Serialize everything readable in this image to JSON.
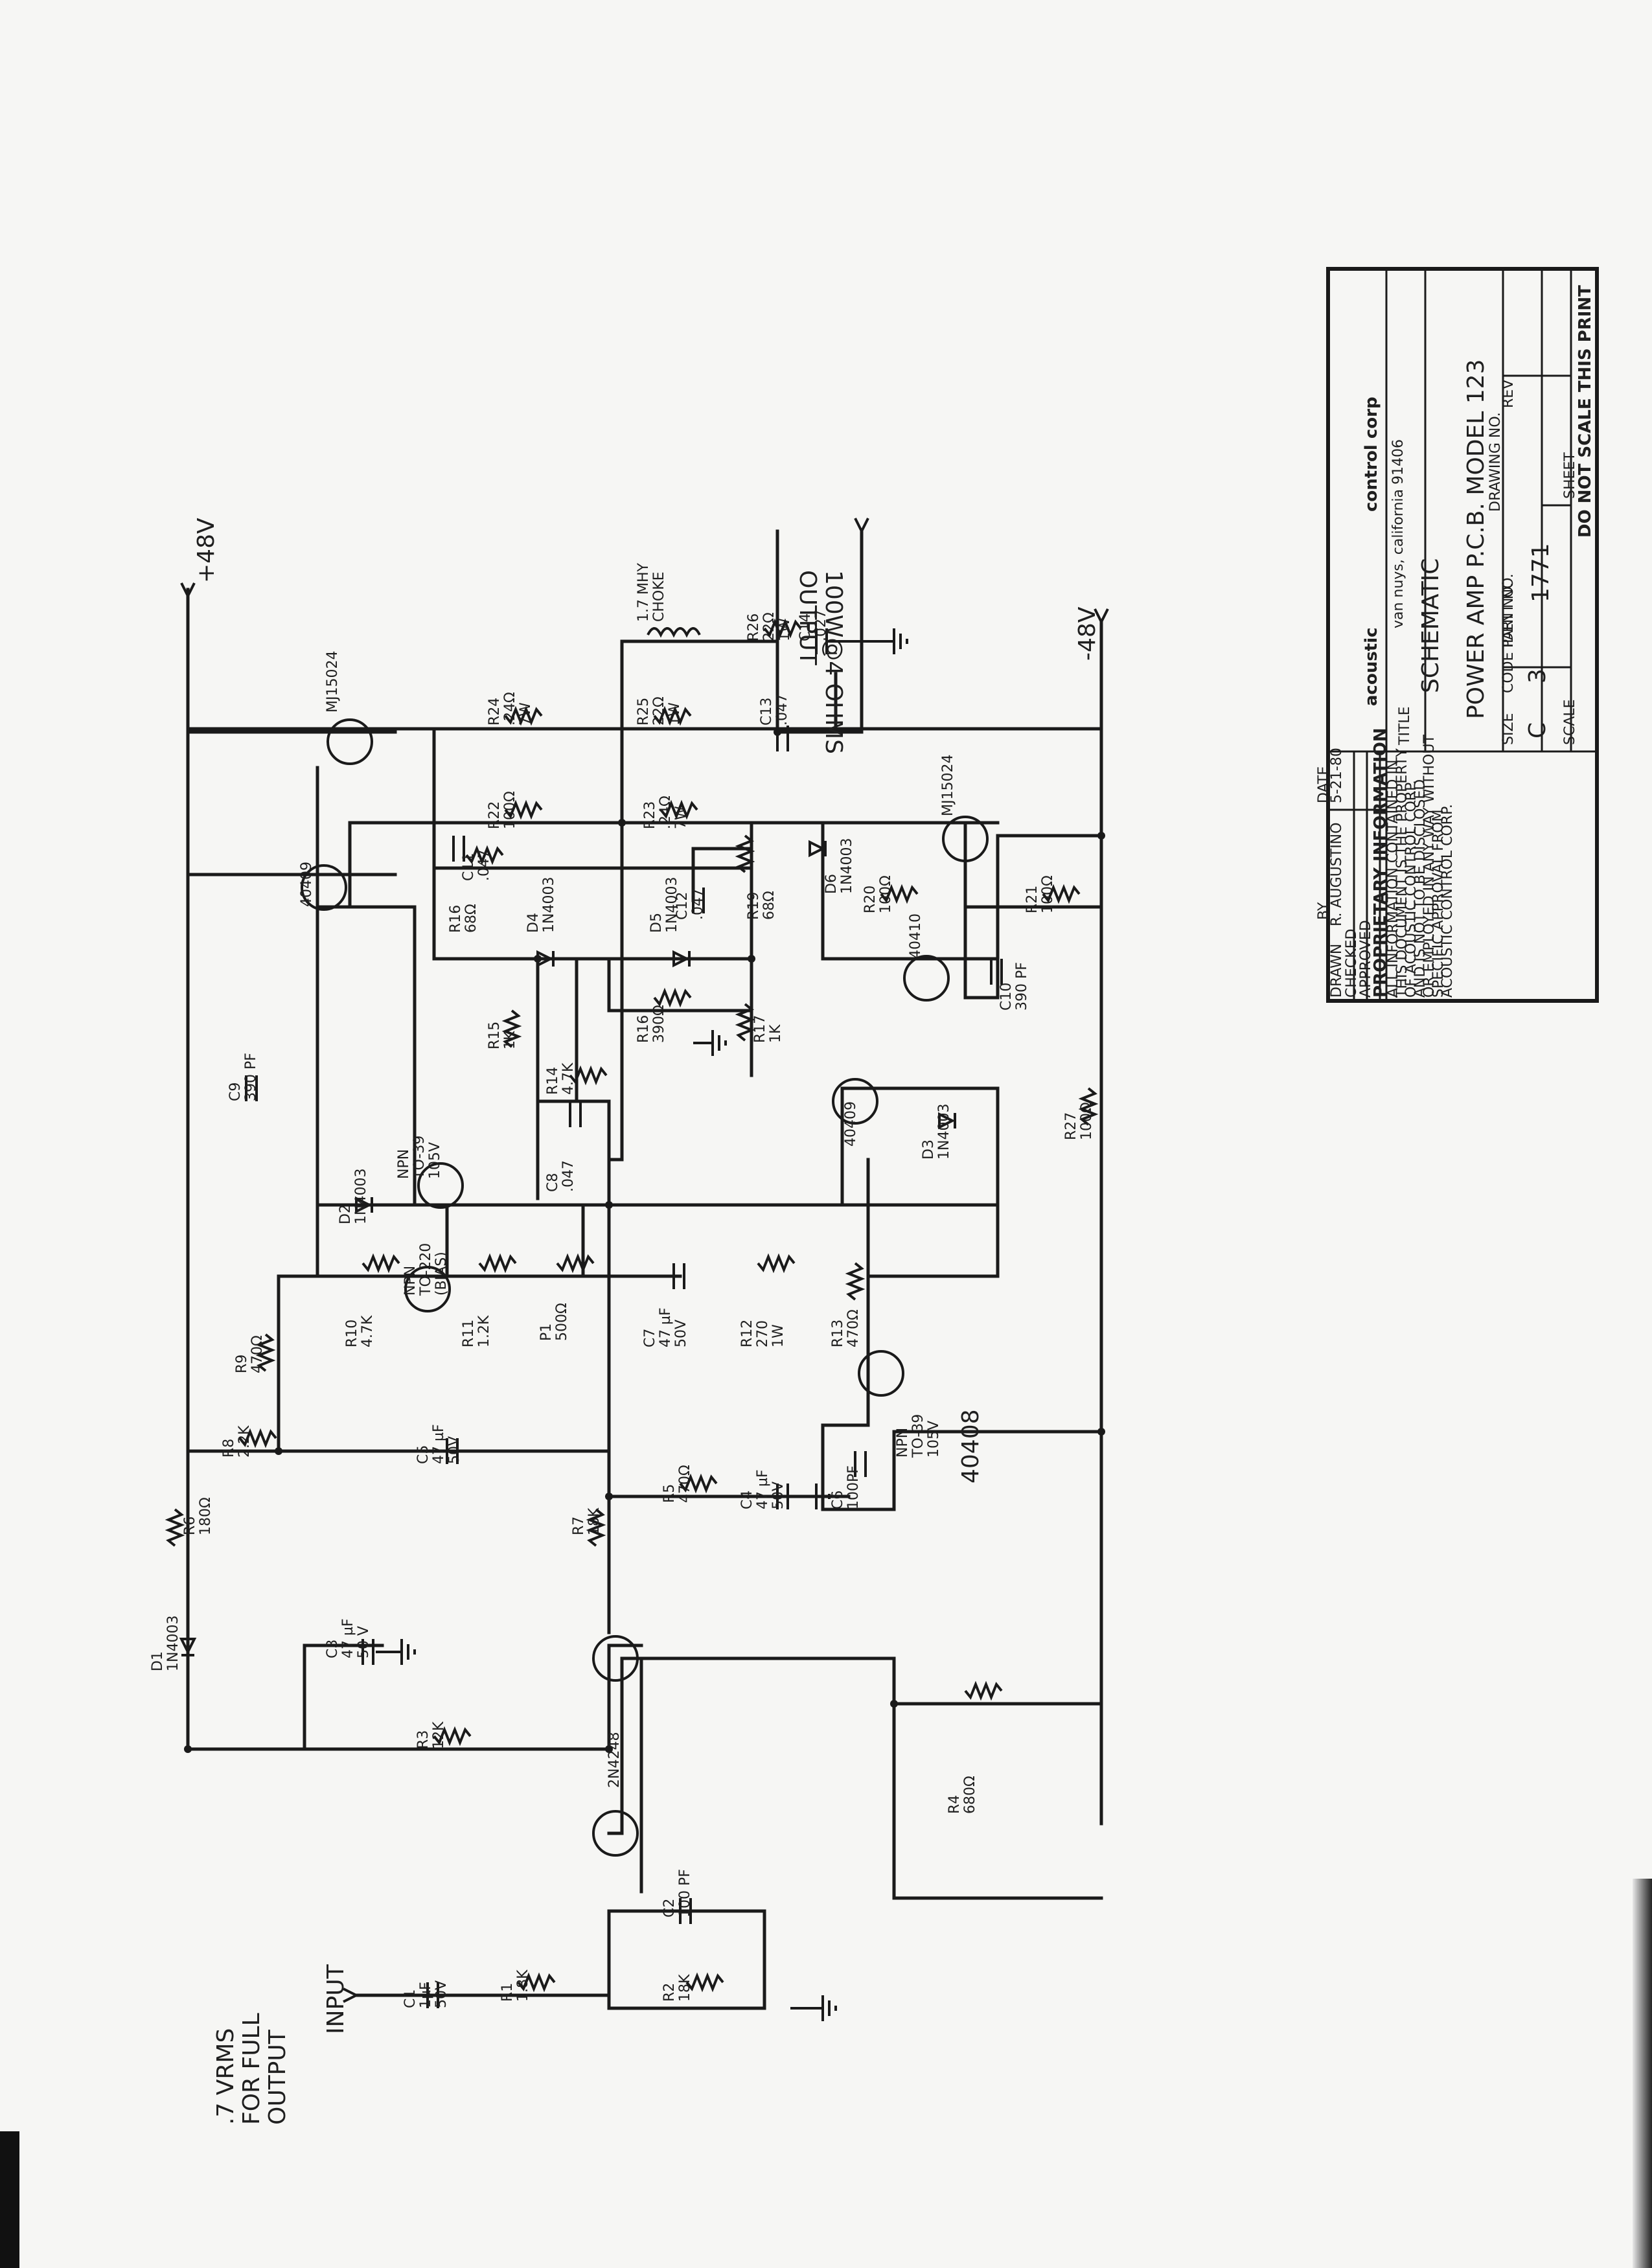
{
  "notes": {
    "input_spec_1": ".7 VRMS",
    "input_spec_2": "FOR FULL",
    "input_spec_3": "OUTPUT",
    "input": "INPUT",
    "output_1": "OUTPUT",
    "output_2": "100W@4 OHMS",
    "rail_pos": "+48V",
    "rail_neg": "-48V",
    "handwritten": "40408"
  },
  "components": {
    "C1": [
      "C1",
      "1µF",
      "50V"
    ],
    "R1": [
      "R1",
      "1.8K"
    ],
    "R2": [
      "R2",
      "18K"
    ],
    "C2": [
      "C2",
      "100 PF"
    ],
    "Q1": [
      "2N4248"
    ],
    "R3": [
      "R3",
      "12K"
    ],
    "C3": [
      "C3",
      "47 µF",
      "50 V"
    ],
    "D1": [
      "D1",
      "1N4003"
    ],
    "R6": [
      "R6",
      "180Ω"
    ],
    "R7": [
      "R7",
      "18K"
    ],
    "R5": [
      "R5",
      "470Ω"
    ],
    "C4": [
      "C4",
      "47 µF",
      "50V"
    ],
    "R4": [
      "R4",
      "680Ω"
    ],
    "R8": [
      "R8",
      "2.2K"
    ],
    "C5": [
      "C5",
      "47 µF",
      "50V"
    ],
    "C6": [
      "C6",
      "100PF"
    ],
    "Q2": [
      "NPN",
      "TO-39",
      "105V"
    ],
    "R9": [
      "R9",
      "470Ω"
    ],
    "R10": [
      "R10",
      "4.7K"
    ],
    "R11": [
      "R11",
      "1.2K"
    ],
    "P1": [
      "P1",
      "500Ω"
    ],
    "Q3": [
      "NPN",
      "TO-220",
      "(BIAS)"
    ],
    "C7": [
      "C7",
      "47 µF",
      "50V"
    ],
    "R12": [
      "R12",
      "270",
      "1W"
    ],
    "R13": [
      "R13",
      "470Ω"
    ],
    "D2": [
      "D2",
      "1N4003"
    ],
    "Q4": [
      "NPN",
      "TO-39",
      "105V"
    ],
    "C8": [
      "C8",
      ".047"
    ],
    "C9": [
      "C9",
      "390 PF"
    ],
    "R14": [
      "R14",
      "4.7K"
    ],
    "R15": [
      "R15",
      "1K"
    ],
    "R16a": [
      "R16",
      "390Ω"
    ],
    "R17": [
      "R17",
      "1K"
    ],
    "D3": [
      "D3",
      "1N4003"
    ],
    "Q5": [
      "40409"
    ],
    "Q6": [
      "40409"
    ],
    "Q7": [
      "40410"
    ],
    "D4": [
      "D4",
      "1N4003"
    ],
    "D5": [
      "D5",
      "1N4003"
    ],
    "D6": [
      "D6",
      "1N4003"
    ],
    "R16b": [
      "R16",
      "68Ω"
    ],
    "C11": [
      "C11",
      ".047"
    ],
    "C12": [
      "C12",
      ".047"
    ],
    "R19": [
      "R19",
      "68Ω"
    ],
    "R20": [
      "R20",
      "100Ω"
    ],
    "C10": [
      "C10",
      "390 PF"
    ],
    "R21": [
      "R21",
      "100Ω"
    ],
    "R27": [
      "R27",
      "100Ω"
    ],
    "Q8": [
      "MJ15024"
    ],
    "Q9": [
      "MJ15024"
    ],
    "R22": [
      "R22",
      "100Ω"
    ],
    "R23": [
      "R23",
      ".24Ω",
      "7W"
    ],
    "R24": [
      "R24",
      ".24Ω",
      "7W"
    ],
    "R25": [
      "R25",
      "22Ω",
      "1W"
    ],
    "C13": [
      "C13",
      ".047"
    ],
    "L1": [
      "1.7 MHY",
      "CHOKE"
    ],
    "R26": [
      "R26",
      "22Ω",
      "1W"
    ],
    "C14": [
      "C14",
      ".027"
    ]
  },
  "title_block": {
    "by": "BY",
    "date_hdr": "DATE",
    "drawn": "DRAWN",
    "drawn_by": "R. AUGUSTINO",
    "drawn_date": "5-21-80",
    "checked": "CHECKED",
    "approved": "APPROVED",
    "prop_title": "PROPRIETARY INFORMATION",
    "prop_text": [
      "ALL INFORMATION CONTAINED IN",
      "THIS DOCUMENT IS THE PROPERTY",
      "OF ACOUSTIC CONTROL CORP.",
      "AND IS NOT TO BE DISCLOSED",
      "OR EMPLOYED IN ANY WAY WITHOUT",
      "SPECIFIC APPROVAL FROM",
      "ACOUSTIC CONTROL CORP."
    ],
    "company": "acoustic",
    "company_2": "control corp",
    "address": "van nuys, california 91406",
    "title_hdr": "TITLE",
    "title_1": "SCHEMATIC",
    "title_2": "POWER AMP P.C.B. MODEL 123",
    "size_hdr": "SIZE",
    "size": "C",
    "drawing_no_hdr": "DRAWING NO.",
    "code_hdr": "CODE IDENT NO.",
    "code": "3",
    "part_no_hdr": "PART NO.",
    "part_no": "1771",
    "rev_hdr": "REV",
    "scale_hdr": "SCALE",
    "sheet_hdr": "SHEET",
    "footer": "DO NOT SCALE THIS PRINT"
  }
}
